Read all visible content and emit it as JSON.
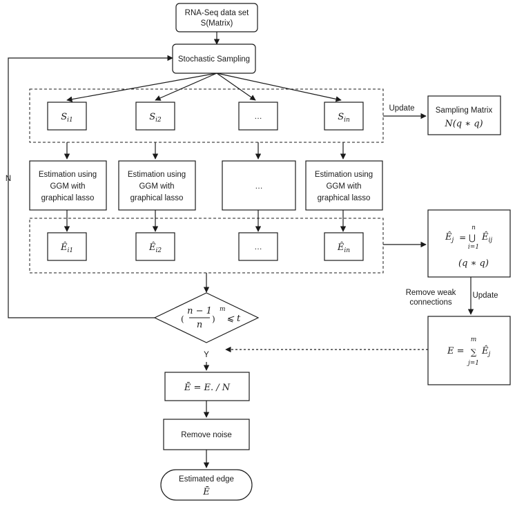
{
  "nodes": {
    "dataset": [
      "RNA-Seq data set",
      "S(Matrix)"
    ],
    "sampling": "Stochastic Sampling",
    "samples": [
      "S",
      "S",
      "…",
      "S"
    ],
    "sample_subs": [
      "i1",
      "i2",
      "",
      "in"
    ],
    "estimation": [
      "Estimation using",
      "GGM with",
      "graphical lasso"
    ],
    "estimation_ellipsis": "…",
    "estimates": [
      "Ê",
      "Ê",
      "…",
      "Ê"
    ],
    "estimate_subs": [
      "i1",
      "i2",
      "",
      "in"
    ],
    "sampling_matrix": [
      "Sampling Matrix",
      "N(q ∗ q)"
    ],
    "union_box": {
      "lhs": "Ê",
      "lhs_sub": "j",
      "eq": "= ⋃",
      "top": "n",
      "bottom": "i=1",
      "rhs": "Ê",
      "rhs_sub": "ij",
      "size": "(q ∗ q)"
    },
    "sum_box": {
      "lhs": "E =",
      "sigma": "∑",
      "top": "m",
      "bottom": "j=1",
      "rhs": "Ê",
      "rhs_sub": "j"
    },
    "decision": {
      "lparen": "(",
      "num": "n − 1",
      "den": "n",
      "rparen": ")",
      "exp": "m",
      "rel": "⩽ t"
    },
    "normalized": "Ē = E. / N",
    "remove_noise": "Remove noise",
    "end": [
      "Estimated edge",
      "Ē"
    ]
  },
  "edge_labels": {
    "update_top": "Update",
    "update_right": "Update",
    "remove_weak": [
      "Remove weak",
      "connections"
    ],
    "no": "N",
    "yes": "Y"
  }
}
